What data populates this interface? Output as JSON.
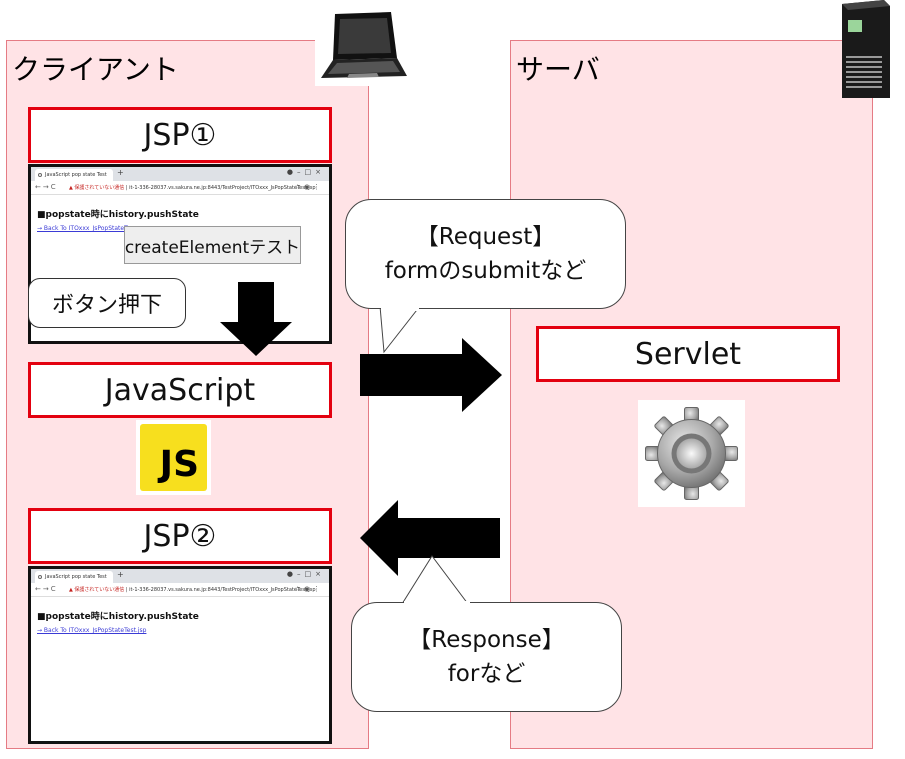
{
  "client": {
    "title": "クライアント",
    "jsp1_label": "JSP①",
    "javascript_label": "JavaScript",
    "jsp2_label": "JSP②",
    "press_callout": "ボタン押下",
    "js_logo_text": "JS"
  },
  "server": {
    "title": "サーバ",
    "servlet_label": "Servlet"
  },
  "browser1": {
    "tab_title": "JavaScript pop state Test",
    "url_warning": "▲ 保護されていない通信",
    "url": "it-1-336-28037.vs.sakura.ne.jp:8443/TestProject/ITOxxx_JsPopStateTest.jsp",
    "heading": "■popstate時にhistory.pushState",
    "link": "→ Back To ITOxxx_JsPopStateTe",
    "button_label": "createElementテスト"
  },
  "browser2": {
    "tab_title": "JavaScript pop state Test",
    "url_warning": "▲ 保護されていない通信",
    "url": "it-1-336-28037.vs.sakura.ne.jp:8443/TestProject/ITOxxx_JsPopStateTest.jsp",
    "heading": "■popstate時にhistory.pushState",
    "link": "→ Back To ITOxxx_JsPopStateTest.jsp"
  },
  "request_bubble": {
    "line1": "【Request】",
    "line2": "formのsubmitなど"
  },
  "response_bubble": {
    "line1": "【Response】",
    "line2": "forなど"
  },
  "icons": {
    "client": "laptop-icon",
    "server": "server-tower-icon",
    "servlet": "gear-icon",
    "javascript": "js-logo-icon"
  },
  "colors": {
    "panel_bg": "#ffe3e6",
    "panel_border": "#e57b84",
    "box_border": "#e3000f",
    "js_yellow": "#f7df1e",
    "arrow": "#000000"
  }
}
